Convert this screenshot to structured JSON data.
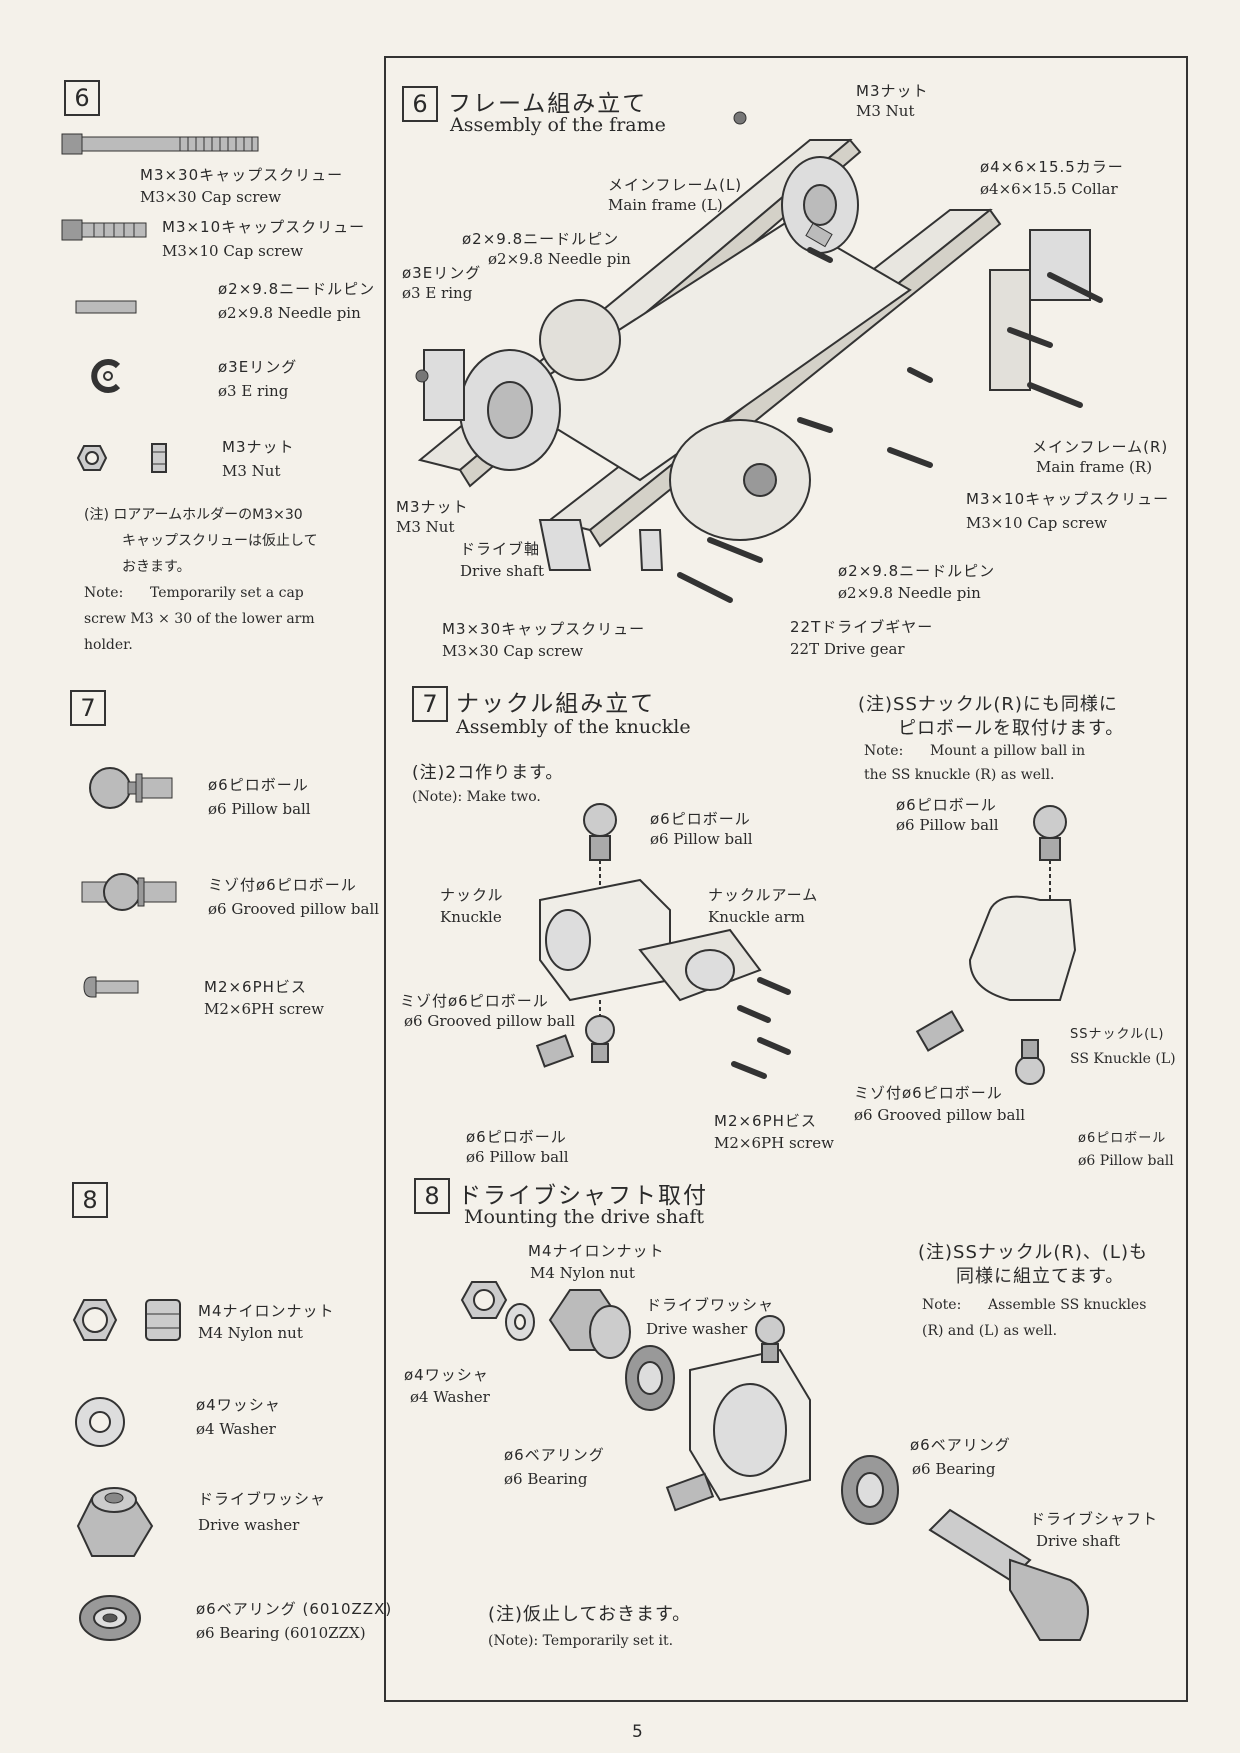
{
  "left": {
    "s6": {
      "num": "6",
      "parts": [
        {
          "jp": "M3×30キャップスクリュー",
          "en": "M3×30 Cap screw"
        },
        {
          "jp": "M3×10キャップスクリュー",
          "en": "M3×10 Cap screw"
        },
        {
          "jp": "ø2×9.8ニードルピン",
          "en": "ø2×9.8 Needle pin"
        },
        {
          "jp": "ø3Eリング",
          "en": "ø3 E ring"
        },
        {
          "jp": "M3ナット",
          "en": "M3 Nut"
        }
      ],
      "note_jp_1": "(注) ロアアームホルダーのM3×30",
      "note_jp_2": "キャップスクリューは仮止して",
      "note_jp_3": "おきます。",
      "note_en_1": "Note:      Temporarily set a cap",
      "note_en_2": "screw M3 × 30 of the lower arm",
      "note_en_3": "holder."
    },
    "s7": {
      "num": "7",
      "parts": [
        {
          "jp": "ø6ピロボール",
          "en": "ø6 Pillow ball"
        },
        {
          "jp": "ミゾ付ø6ピロボール",
          "en": "ø6 Grooved pillow ball"
        },
        {
          "jp": "M2×6PHビス",
          "en": "M2×6PH screw"
        }
      ]
    },
    "s8": {
      "num": "8",
      "parts": [
        {
          "jp": "M4ナイロンナット",
          "en": "M4 Nylon nut"
        },
        {
          "jp": "ø4ワッシャ",
          "en": "ø4 Washer"
        },
        {
          "jp": "ドライブワッシャ",
          "en": "Drive washer"
        },
        {
          "jp": "ø6ベアリング (6010ZZX)",
          "en": "ø6 Bearing (6010ZZX)"
        }
      ]
    }
  },
  "steps": {
    "s6": {
      "num": "6",
      "title_jp": "フレーム組み立て",
      "title_en": "Assembly of the frame",
      "labels": {
        "m3nut_top_jp": "M3ナット",
        "m3nut_top_en": "M3 Nut",
        "collar_jp": "ø4×6×15.5カラー",
        "collar_en": "ø4×6×15.5 Collar",
        "mainL_jp": "メインフレーム(L)",
        "mainL_en": "Main frame (L)",
        "needle_top_jp": "ø2×9.8ニードルピン",
        "needle_top_en": "ø2×9.8 Needle pin",
        "ering_jp": "ø3Eリング",
        "ering_en": "ø3 E ring",
        "mainR_jp": "メインフレーム(R)",
        "mainR_en": "Main frame (R)",
        "m3x10_jp": "M3×10キャップスクリュー",
        "m3x10_en": "M3×10 Cap screw",
        "m3nut_left_jp": "M3ナット",
        "m3nut_left_en": "M3 Nut",
        "driveshaft_jp": "ドライブ軸",
        "driveshaft_en": "Drive shaft",
        "needle_bot_jp": "ø2×9.8ニードルピン",
        "needle_bot_en": "ø2×9.8 Needle pin",
        "m3x30_jp": "M3×30キャップスクリュー",
        "m3x30_en": "M3×30 Cap screw",
        "gear_jp": "22Tドライブギヤー",
        "gear_en": "22T Drive gear"
      }
    },
    "s7": {
      "num": "7",
      "title_jp": "ナックル組み立て",
      "title_en": "Assembly of the knuckle",
      "note_jp": "(注)2コ作ります。",
      "note_en": "(Note): Make two.",
      "note2_jp_1": "(注)SSナックル(R)にも同様に",
      "note2_jp_2": "ピロボールを取付けます。",
      "note2_en_1": "Note:      Mount a pillow ball in",
      "note2_en_2": "the SS knuckle (R) as well.",
      "labels": {
        "pb1_jp": "ø6ピロボール",
        "pb1_en": "ø6 Pillow ball",
        "knuckle_jp": "ナックル",
        "knuckle_en": "Knuckle",
        "karm_jp": "ナックルアーム",
        "karm_en": "Knuckle arm",
        "gpb_jp": "ミゾ付ø6ピロボール",
        "gpb_en": "ø6 Grooved pillow ball",
        "pb2_jp": "ø6ピロボール",
        "pb2_en": "ø6 Pillow ball",
        "screw_jp": "M2×6PHビス",
        "screw_en": "M2×6PH screw",
        "pb3_jp": "ø6ピロボール",
        "pb3_en": "ø6 Pillow ball",
        "ssk_jp": "SSナックル(L)",
        "ssk_en": "SS Knuckle (L)",
        "gpb2_jp": "ミゾ付ø6ピロボール",
        "gpb2_en": "ø6 Grooved pillow ball",
        "pb4_jp": "ø6ピロボール",
        "pb4_en": "ø6 Pillow ball"
      }
    },
    "s8": {
      "num": "8",
      "title_jp": "ドライブシャフト取付",
      "title_en": "Mounting the drive shaft",
      "note_jp_1": "(注)SSナックル(R)、(L)も",
      "note_jp_2": "同様に組立てます。",
      "note_en_1": "Note:      Assemble SS knuckles",
      "note_en_2": "(R) and (L) as well.",
      "bottom_jp": "(注)仮止しておきます。",
      "bottom_en": "(Note): Temporarily set it.",
      "labels": {
        "nylon_jp": "M4ナイロンナット",
        "nylon_en": "M4 Nylon nut",
        "dwasher_jp": "ドライブワッシャ",
        "dwasher_en": "Drive washer",
        "washer_jp": "ø4ワッシャ",
        "washer_en": "ø4 Washer",
        "bearing1_jp": "ø6ベアリング",
        "bearing1_en": "ø6 Bearing",
        "bearing2_jp": "ø6ベアリング",
        "bearing2_en": "ø6 Bearing",
        "dshaft_jp": "ドライブシャフト",
        "dshaft_en": "Drive shaft"
      }
    }
  },
  "page_number": "5"
}
